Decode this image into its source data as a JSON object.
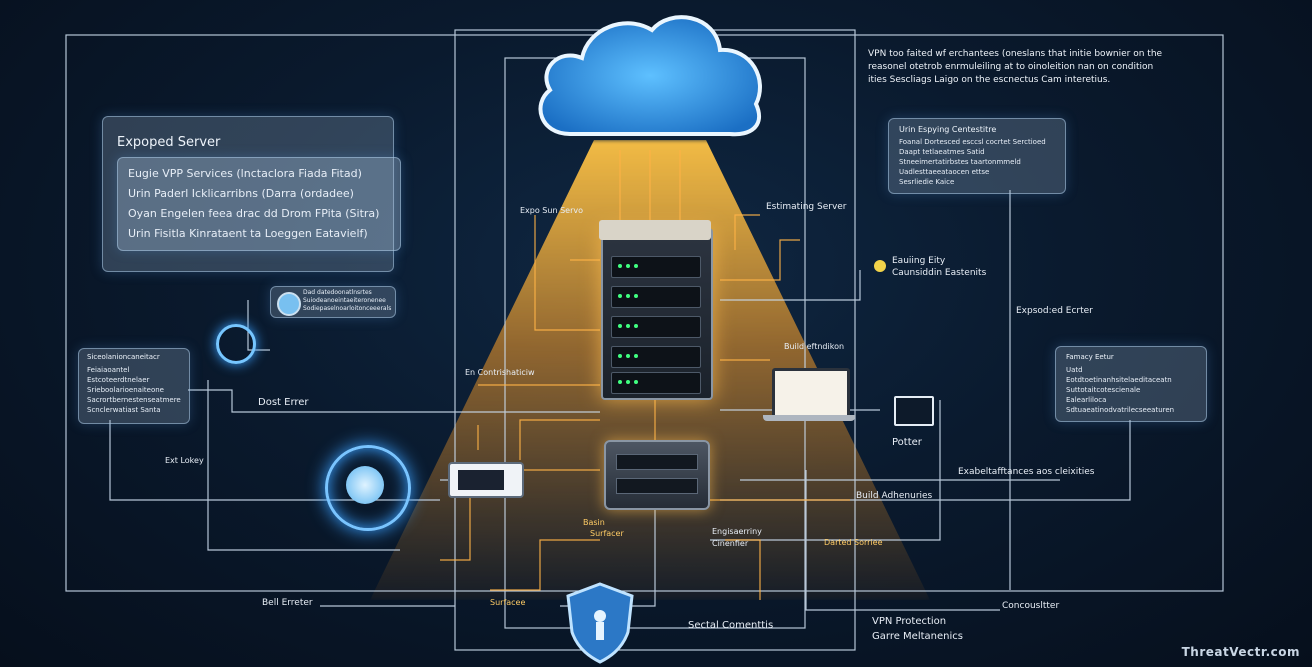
{
  "top_note": "VPN too faited wf erchantees (oneslans that initie bownier on the reasonel otetrob enrmuleiling at to oinoleition nan on condition ities Sescliags Laigo on the escnectus Cam interetius.",
  "left_panel": {
    "title": "Expoped Server",
    "items": [
      "Eugie VPP Services (lnctaclora Fiada Fitad)",
      "Urin Paderl Icklicarribns (Darra (ordadee)",
      "Oyan Engelen feea drac dd Drom FPita (Sitra)",
      "Urin Fisitla Kinrataent ta Loeggen Eatavielf)"
    ]
  },
  "right_top_panel": {
    "title": "Urin Espying Centestitre",
    "items": [
      "Foanal Dortesced esccsl cocrtet Serctioed",
      "Daapt tetlaeatmes Satid",
      "Stneeimertatirbstes taartonmmeld",
      "Uadlesttaeeataocen ettse",
      "Sesrliedie Kaice"
    ]
  },
  "left_mini_panel": {
    "title": "Siceolanioncaneitacr",
    "items": [
      "Feiaiaoantel",
      "Estcoteerdtnelaer",
      "Srieboolarioenaiteone",
      "Sacrortbernestenseatmere",
      "Scnclerwatiast Santa"
    ]
  },
  "right_mini_panel": {
    "title": "Famacy Eetur",
    "items": [
      "Uatd",
      "Eotdtoetinanhsitelaeditaceatn",
      "Suttotaitcotescienale",
      "Ealearliloca",
      "Sdtuaeatinodvatrilecseeaturen"
    ]
  },
  "badge_panel": {
    "items": [
      "Dad datedoonatlnsrtes",
      "Suiodeanoeintaeiteronenee",
      "Sodiepaselnoarloitonceeerals"
    ]
  },
  "labels": {
    "expo_server": "Expo Sun Servo",
    "estimating_server": "Estimating Server",
    "ean_caretto": "Eauiing Eity",
    "ean_caretto2": "Caunsiddin Eastenits",
    "expsed_server": "Expsod:ed Ecrter",
    "build_direction": "Build eftndikon",
    "en_controller": "En Contrishaticiw",
    "dest_server": "Dost Errer",
    "ext_lokry": "Ext Lokey",
    "potter": "Potter",
    "exabed": "Exabeltafftances aos cleixities",
    "build_adhenuries": "Build Adhenuries",
    "basin_surface_1": "Basin",
    "basin_surface_2": "Surfacer",
    "engineering_1": "Engisaerriny",
    "engineering_2": "Cinenfier",
    "darted_sorrice": "Darted Sorriee",
    "bell_server": "Bell Erreter",
    "bottom_mid": "Surfacee",
    "sectal": "Sectal Comenttis",
    "vpn_1": "VPN Protection",
    "vpn_2": "Garre Meltanenics",
    "controller": "Concousltter"
  },
  "watermark": "ThreatVectr.com",
  "colors": {
    "accent_orange": "#ffb347",
    "accent_blue": "#5ab4f0",
    "background": "#0a1a2e"
  }
}
